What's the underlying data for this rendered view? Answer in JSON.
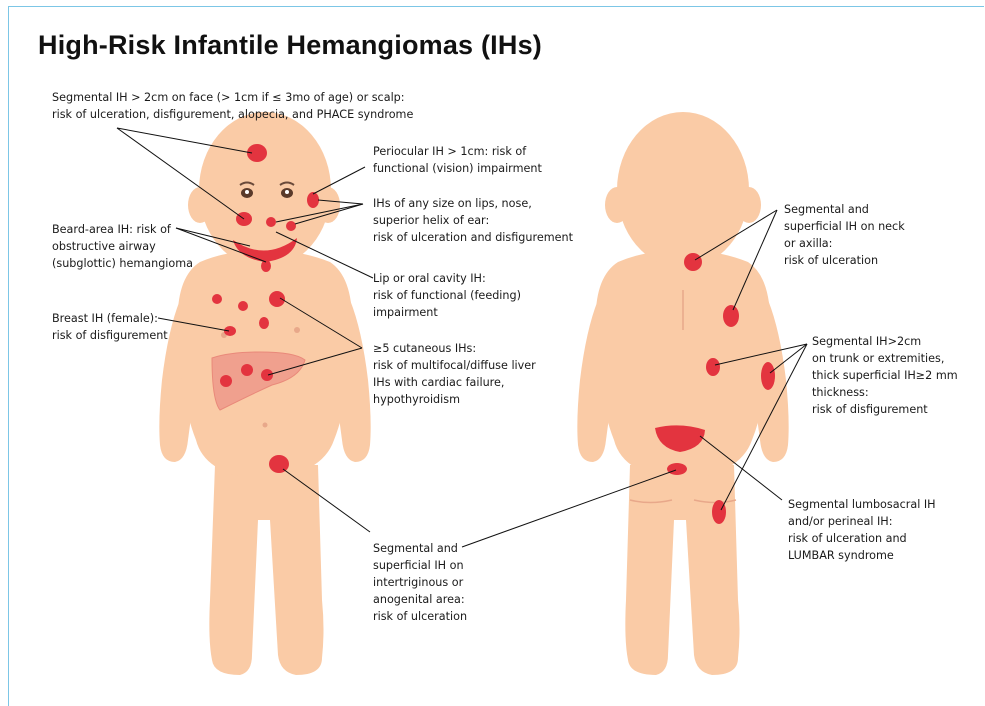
{
  "title": "High-Risk Infantile Hemangiomas (IHs)",
  "colors": {
    "skin": "#FACBA6",
    "lesion": "#E3343F",
    "liver": "#F0A08E",
    "frame": "#7CC6E6"
  },
  "labels": {
    "segmental_face": "Segmental IH > 2cm on face (> 1cm if ≤ 3mo of age) or scalp:\nrisk of ulceration, disfigurement, alopecia, and PHACE syndrome",
    "periocular": "Periocular IH  >  1cm: risk of\nfunctional (vision) impairment",
    "lips_nose": "IHs of any size on lips, nose,\nsuperior helix of ear:\nrisk of ulceration and disfigurement",
    "beard": "Beard-area IH: risk of\nobstructive airway\n(subglottic) hemangioma",
    "lip_oral": "Lip or oral cavity IH:\nrisk of functional (feeding)\nimpairment",
    "breast": "Breast IH (female):\nrisk of disfigurement",
    "cutaneous": "≥5 cutaneous IHs:\nrisk of multifocal/diffuse liver\nIHs with cardiac failure,\nhypothyroidism",
    "intertriginous": "Segmental and\nsuperficial IH on\nintertriginous or\nanogenital area:\nrisk of ulceration",
    "neck_axilla": "Segmental and\nsuperficial IH on neck\nor axilla:\nrisk of ulceration",
    "trunk": "Segmental IH>2cm\non trunk or extremities,\nthick superficial IH≥2 mm\nthickness:\nrisk of disfigurement",
    "lumbosacral": "Segmental lumbosacral IH\nand/or perineal IH:\nrisk of ulceration and\nLUMBAR syndrome"
  }
}
